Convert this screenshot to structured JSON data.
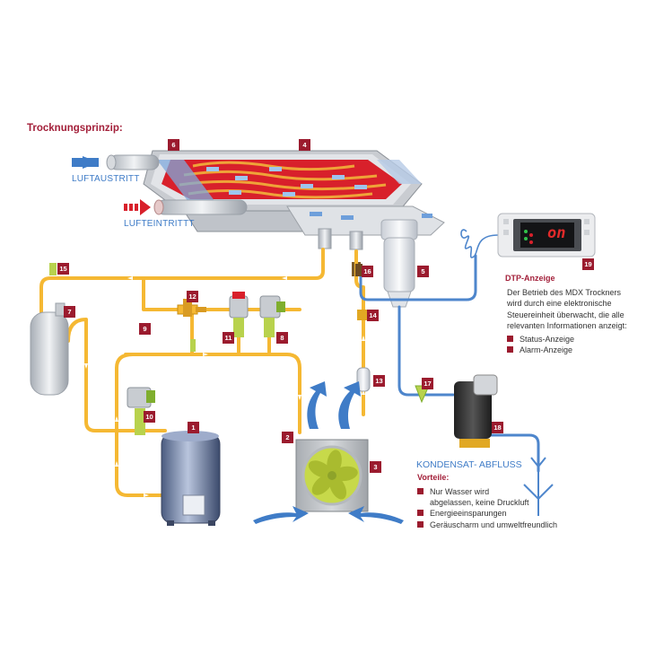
{
  "title": "Trocknungsprinzip:",
  "flow_labels": {
    "outlet": "LUFTAUSTRITT",
    "inlet": "LUFTEINTRITTT",
    "drain": "KONDENSAT- ABFLUSS"
  },
  "badges": [
    "1",
    "2",
    "3",
    "4",
    "5",
    "6",
    "7",
    "8",
    "9",
    "10",
    "11",
    "12",
    "13",
    "14",
    "15",
    "16",
    "17",
    "18",
    "19"
  ],
  "display": {
    "screen_text": "on"
  },
  "dtp": {
    "heading": "DTP-Anzeige",
    "lines": [
      "Der Betrieb des MDX Trockners",
      "wird durch eine elektronische",
      "Steuereinheit überwacht, die alle",
      "relevanten Informationen anzeigt:"
    ],
    "bullets": [
      "Status-Anzeige",
      "Alarm-Anzeige"
    ]
  },
  "vorteile": {
    "heading": "Vorteile:",
    "bullets": [
      "Nur Wasser wird\nabgelassen, keine Druckluft",
      "Energieeinsparungen",
      "Geräuscharm und umweltfreundlich"
    ]
  },
  "colors": {
    "accent": "#9b1b2e",
    "pipe_yellow": "#f5b833",
    "flow_blue": "#3f7cc7",
    "heat_red": "#d8202b",
    "fan_green": "#c7d94a"
  }
}
